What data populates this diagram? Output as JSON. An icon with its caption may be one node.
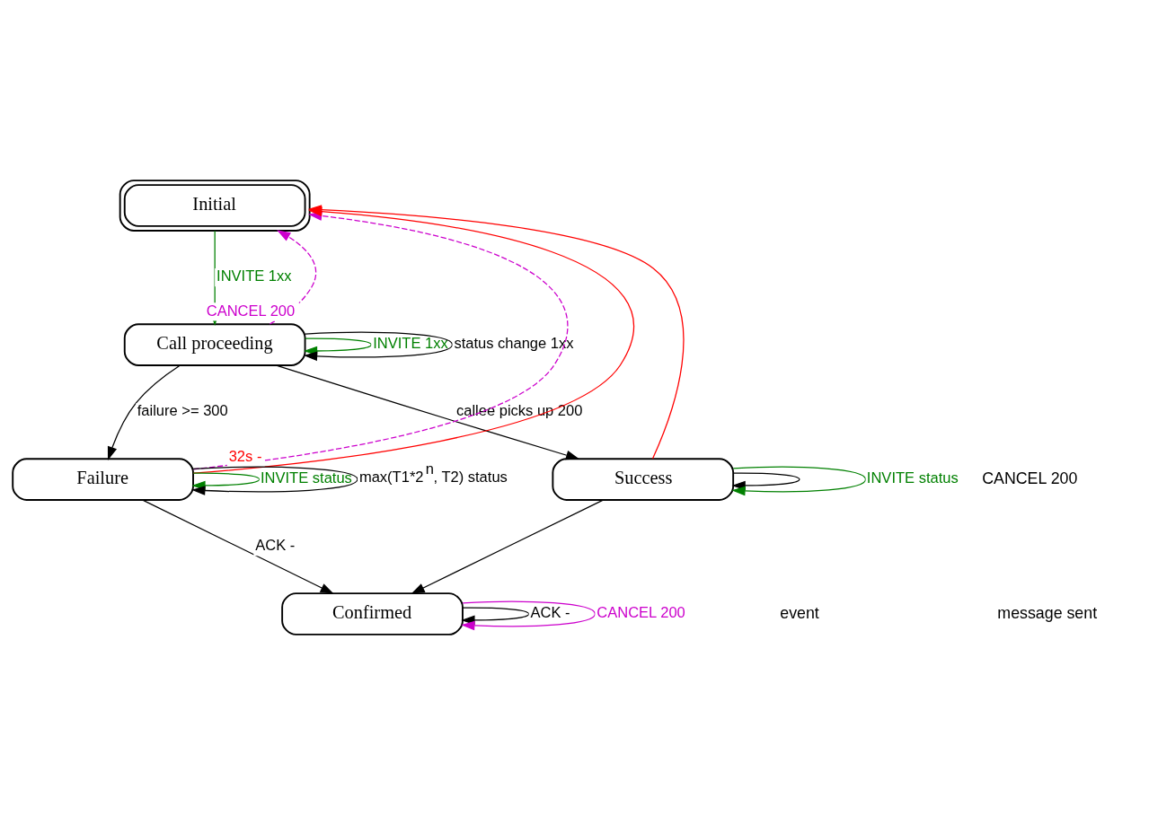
{
  "diagram": {
    "nodes": [
      {
        "text": [
          "Initial"
        ]
      },
      {
        "text": [
          "Call proceeding"
        ]
      },
      {
        "text": [
          "Failure"
        ]
      },
      {
        "text": [
          "Success"
        ]
      },
      {
        "text": [
          "Confirmed"
        ]
      }
    ],
    "edges": [
      {
        "from": 0,
        "to": 1,
        "arrow": "to",
        "label": "INVITE 1xx",
        "color": "#008000"
      },
      {
        "from": 1,
        "to": 1,
        "arrow": "to",
        "label": "INVITE 1xx",
        "color": "#008000"
      },
      {
        "from": 1,
        "to": 1,
        "arrow": "to",
        "label": "status change 1xx"
      },
      {
        "from": 1,
        "to": 0,
        "arrow": "to",
        "label": "CANCEL 200",
        "style": "dashed",
        "color": "#cc00cc"
      },
      {
        "from": 1,
        "to": 2,
        "arrow": "to",
        "label": "failure >= 300"
      },
      {
        "from": 1,
        "to": 3,
        "arrow": "to",
        "label": "callee picks up 200"
      },
      {
        "from": 2,
        "to": 2,
        "arrow": "to",
        "label": "INVITE status",
        "color": "#008000"
      },
      {
        "from": 2,
        "to": 2,
        "arrow": "to",
        "label": "max(T1*2$^{n}$, T2) status"
      },
      {
        "from": 2,
        "to": 0,
        "arrow": "to",
        "style": "dashed",
        "color": "#cc00cc"
      },
      {
        "from": 2,
        "to": 0,
        "arrow": "to",
        "label": "32s -",
        "color": "#ff0000"
      },
      {
        "from": 3,
        "to": 0,
        "arrow": "to",
        "color": "#ff0000"
      },
      {
        "from": 3,
        "to": 3,
        "arrow": "to"
      },
      {
        "from": 3,
        "to": 3,
        "arrow": "to",
        "label": "INVITE status",
        "color": "#008000"
      },
      {
        "from": 2,
        "to": 4,
        "arrow": "to",
        "label": "ACK -"
      },
      {
        "from": 3,
        "to": 4,
        "arrow": "to"
      },
      {
        "from": 4,
        "to": 4,
        "arrow": "to",
        "label": "ACK -"
      },
      {
        "from": 4,
        "to": 4,
        "arrow": "to",
        "label": "CANCEL 200",
        "color": "#cc00cc"
      }
    ],
    "labels": [
      "CANCEL 200",
      "event",
      "message sent"
    ]
  }
}
